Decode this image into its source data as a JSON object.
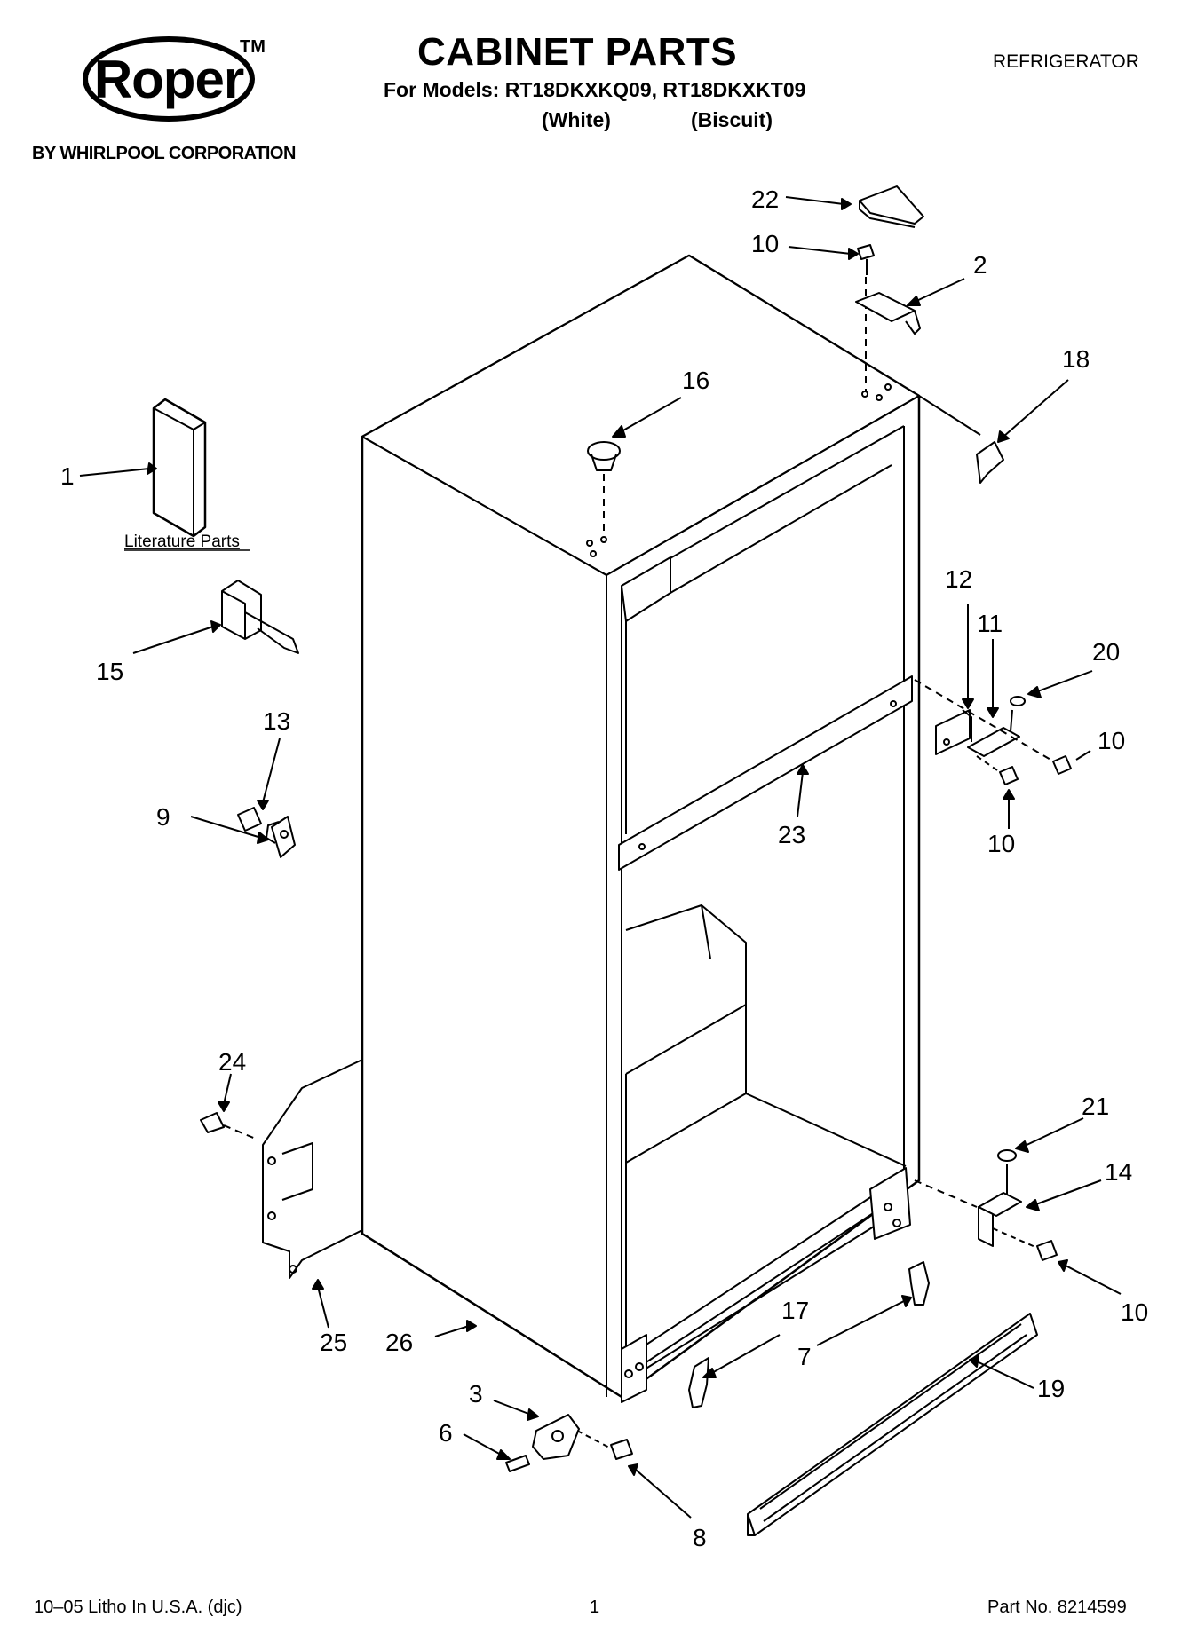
{
  "header": {
    "brand": "Roper",
    "trademark": "TM",
    "corporation": "BY WHIRLPOOL CORPORATION",
    "title": "CABINET PARTS",
    "models_line": "For Models: RT18DKXKQ09, RT18DKXKT09",
    "variants": [
      "(White)",
      "(Biscuit)"
    ],
    "appliance": "REFRIGERATOR"
  },
  "diagram": {
    "literature_label": "Literature Parts",
    "callouts": [
      "22",
      "10",
      "2",
      "18",
      "16",
      "1",
      "15",
      "13",
      "9",
      "12",
      "11",
      "20",
      "10",
      "10",
      "23",
      "24",
      "21",
      "14",
      "10",
      "25",
      "26",
      "17",
      "7",
      "19",
      "3",
      "6",
      "8"
    ]
  },
  "footer": {
    "litho": "10–05 Litho In U.S.A. (djc)",
    "page": "1",
    "part_no": "Part No. 8214599"
  }
}
